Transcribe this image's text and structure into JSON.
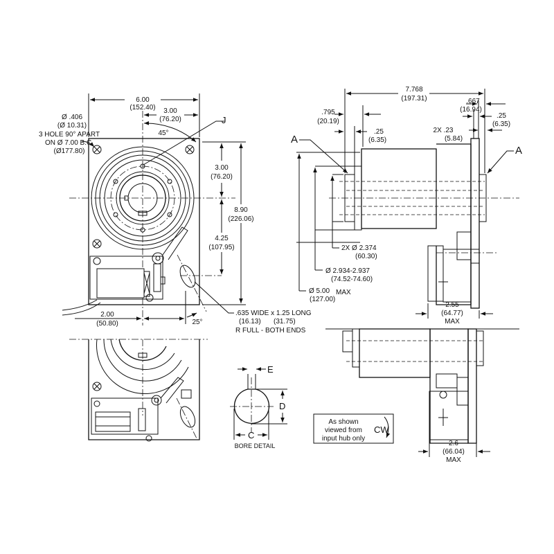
{
  "front_view": {
    "width_in": "6.00",
    "width_mm": "(152.40)",
    "half_width_in": "3.00",
    "half_width_mm": "(76.20)",
    "angle_45": "45°",
    "label_j": "J",
    "hole_note": [
      "Ø .406",
      "(Ø 10.31)",
      "3 HOLE 90° APART",
      "ON  Ø 7.00  B.C.",
      "(Ø177.80)"
    ],
    "upper_in": "3.00",
    "upper_mm": "(76.20)",
    "lower_in": "4.25",
    "lower_mm": "(107.95)",
    "height_in": "8.90",
    "height_mm": "(226.06)",
    "offset_in": "2.00",
    "offset_mm": "(50.80)",
    "angle_25": "25°",
    "slot_note": ".635 WIDE x 1.25 LONG",
    "slot_mm_width": "(16.13)",
    "slot_mm_length": "(31.75)",
    "slot_note2": "R FULL - BOTH ENDS"
  },
  "bore_detail": {
    "e": "E",
    "d": "D",
    "c": "C",
    "title": "BORE DETAIL"
  },
  "rotation_note": {
    "lines": [
      "As shown",
      "viewed from",
      "input hub only"
    ],
    "direction": "CW"
  },
  "side_view": {
    "label_a_left": "A",
    "label_a_right": "A",
    "overall_in": "7.768",
    "overall_mm": "(197.31)",
    "left_offset_in": ".795",
    "left_offset_mm": "(20.19)",
    "left_hub_in": ".25",
    "left_hub_mm": "(6.35)",
    "right_offset_in": ".667",
    "right_offset_mm": "(16.94)",
    "right_hub_in": ".25",
    "right_hub_mm": "(6.35)",
    "flange_in": "2X  .23",
    "flange_mm": "(5.84)",
    "hub_dia_in": "2X Ø  2.374",
    "hub_dia_mm": "(60.30)",
    "pilot_dia_in": "Ø 2.934-2.937",
    "pilot_dia_mm": "(74.52-74.60)",
    "body_dia_in": "Ø 5.00",
    "body_dia_max": "MAX",
    "body_dia_mm": "(127.00)",
    "depth_in": "2.55",
    "depth_mm": "(64.77)",
    "depth_max": "MAX"
  },
  "bottom_view": {
    "depth_in": "2.6",
    "depth_mm": "(66.04)",
    "depth_max": "MAX"
  }
}
